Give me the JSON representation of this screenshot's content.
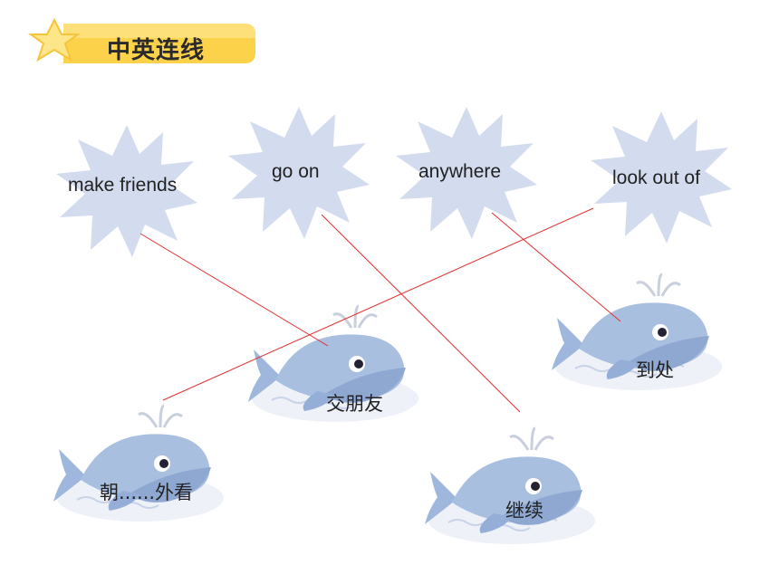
{
  "title": "中英连线",
  "english_terms": [
    {
      "id": "make-friends",
      "text": "make friends"
    },
    {
      "id": "go-on",
      "text": "go on"
    },
    {
      "id": "anywhere",
      "text": "anywhere"
    },
    {
      "id": "look-out-of",
      "text": "look out of"
    }
  ],
  "chinese_terms": [
    {
      "id": "jiao-peng-you",
      "text": "交朋友"
    },
    {
      "id": "dao-chu",
      "text": "到处"
    },
    {
      "id": "chao-wai-kan",
      "text": "朝......外看"
    },
    {
      "id": "ji-xu",
      "text": "继续"
    }
  ],
  "colors": {
    "banner": "#fcd24a",
    "star_cloud": "#d3dbee",
    "whale_body": "#a9bfe0",
    "line": "#e03030"
  }
}
